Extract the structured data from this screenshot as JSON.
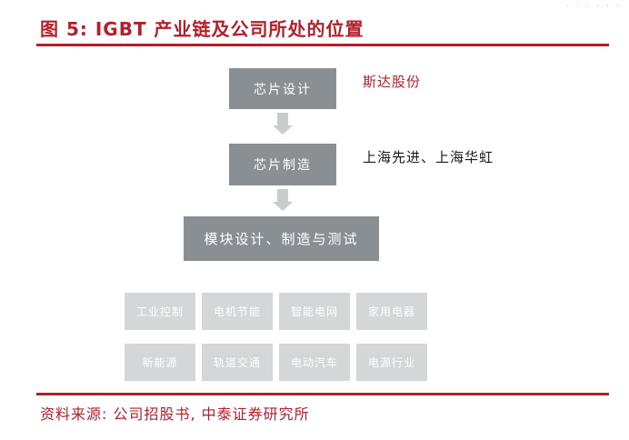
{
  "figure": {
    "title": "图 5:  IGBT 产业链及公司所处的位置",
    "source": "资料来源: 公司招股书, 中泰证券研究所"
  },
  "chain": {
    "steps": [
      "芯片设计",
      "芯片制造",
      "模块设计、制造与测试"
    ],
    "companies": {
      "design": "斯达股份",
      "manufacturing": "上海先进、上海华虹"
    }
  },
  "applications": [
    "工业控制",
    "电机节能",
    "智能电网",
    "家用电器",
    "新能源",
    "轨道交通",
    "电动汽车",
    "电源行业"
  ],
  "colors": {
    "accent": "#b3202a",
    "box": "#8a8f94",
    "arrow": "#c9cbcd",
    "app_box": "#d4d6d8"
  }
}
